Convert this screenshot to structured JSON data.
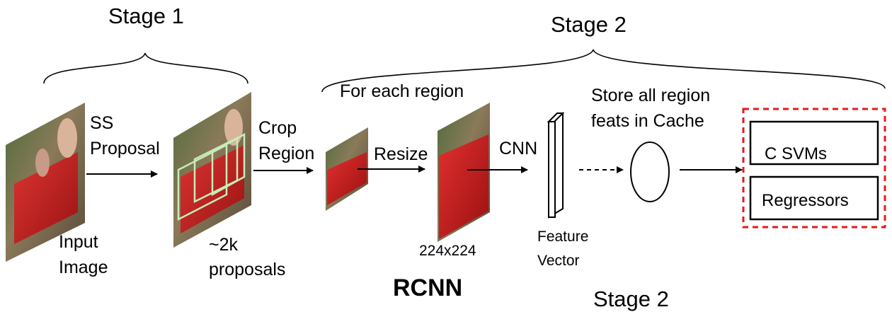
{
  "stages": {
    "stage1": "Stage 1",
    "stage2": "Stage 2",
    "stage3_partial": "Stage 2"
  },
  "labels": {
    "ss_proposal_1": "SS",
    "ss_proposal_2": "Proposal",
    "input_image_1": "Input",
    "input_image_2": "Image",
    "proposals_1": "~2k",
    "proposals_2": "proposals",
    "crop_region_1": "Crop",
    "crop_region_2": "Region",
    "for_each_region": "For each region",
    "resize": "Resize",
    "size_224": "224x224",
    "cnn": "CNN",
    "feature_vector_1": "Feature",
    "feature_vector_2": "Vector",
    "store_cache_1": "Store all region",
    "store_cache_2": "feats in Cache",
    "rcnn": "RCNN"
  },
  "output_box": {
    "svms": "C SVMs",
    "regressors": "Regressors",
    "border_color": "#e31b1b"
  }
}
